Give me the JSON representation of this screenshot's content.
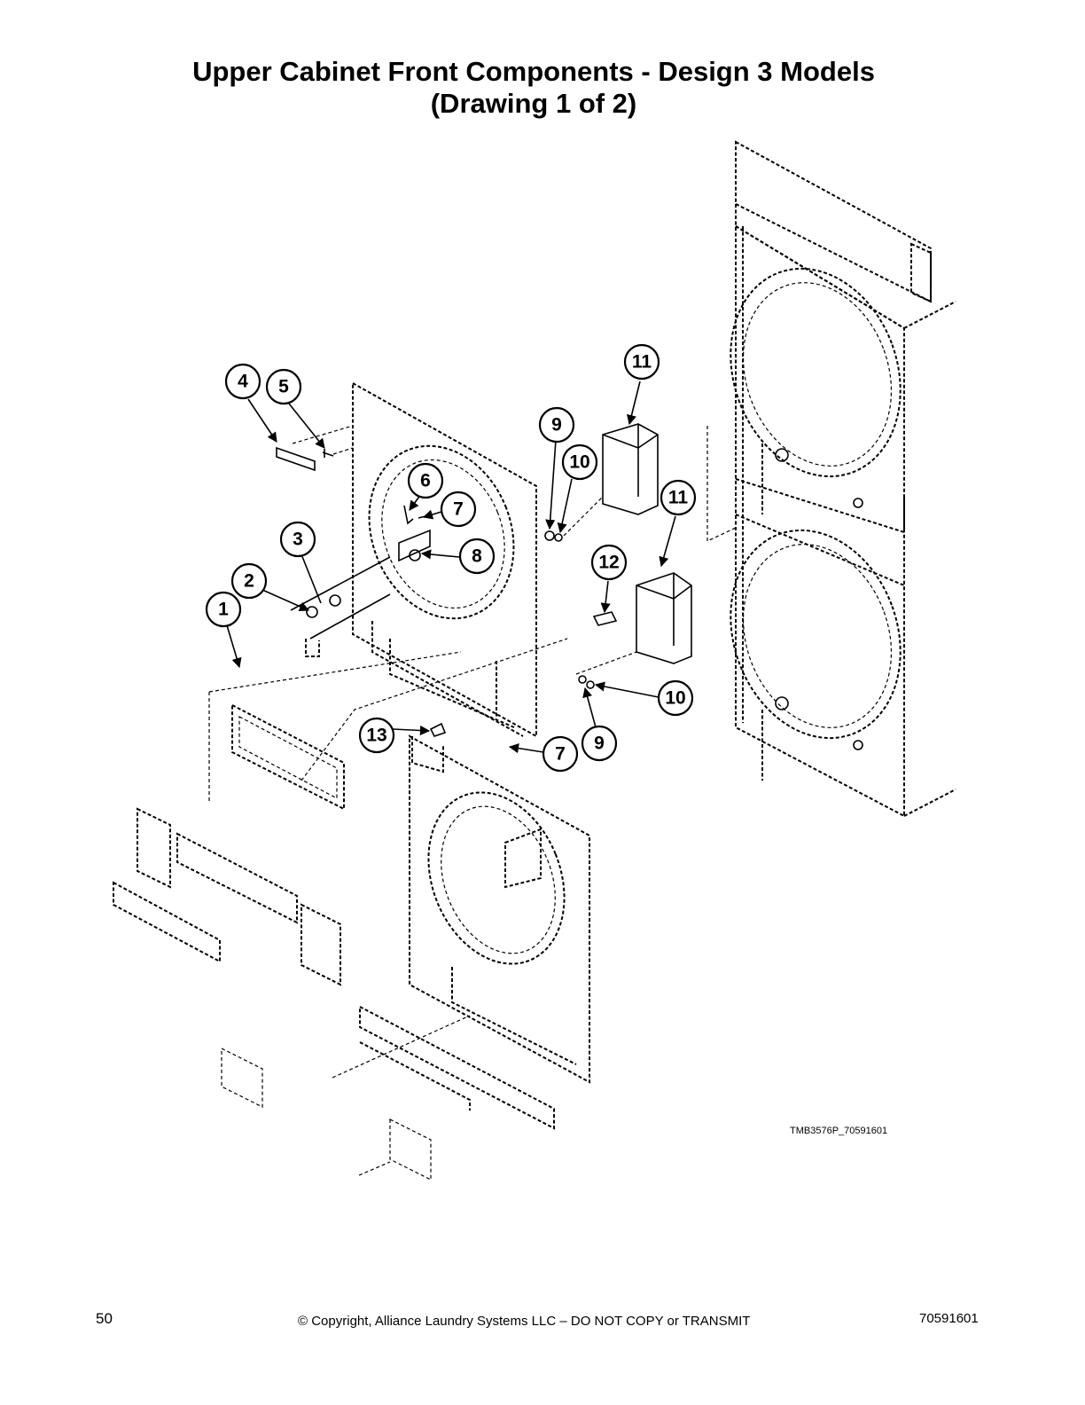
{
  "title": {
    "line1": "Upper Cabinet Front Components - Design 3 Models",
    "line2": "(Drawing 1 of 2)"
  },
  "drawing_code": "TMB3576P_70591601",
  "footer": {
    "page_number": "50",
    "copyright": "© Copyright, Alliance Laundry Systems LLC – DO NOT COPY or TRANSMIT",
    "document_number": "70591601"
  },
  "callouts": {
    "c1": "1",
    "c2": "2",
    "c3": "3",
    "c4": "4",
    "c5": "5",
    "c6": "6",
    "c7a": "7",
    "c7b": "7",
    "c8": "8",
    "c9a": "9",
    "c9b": "9",
    "c10a": "10",
    "c10b": "10",
    "c11a": "11",
    "c11b": "11",
    "c12": "12",
    "c13": "13"
  }
}
